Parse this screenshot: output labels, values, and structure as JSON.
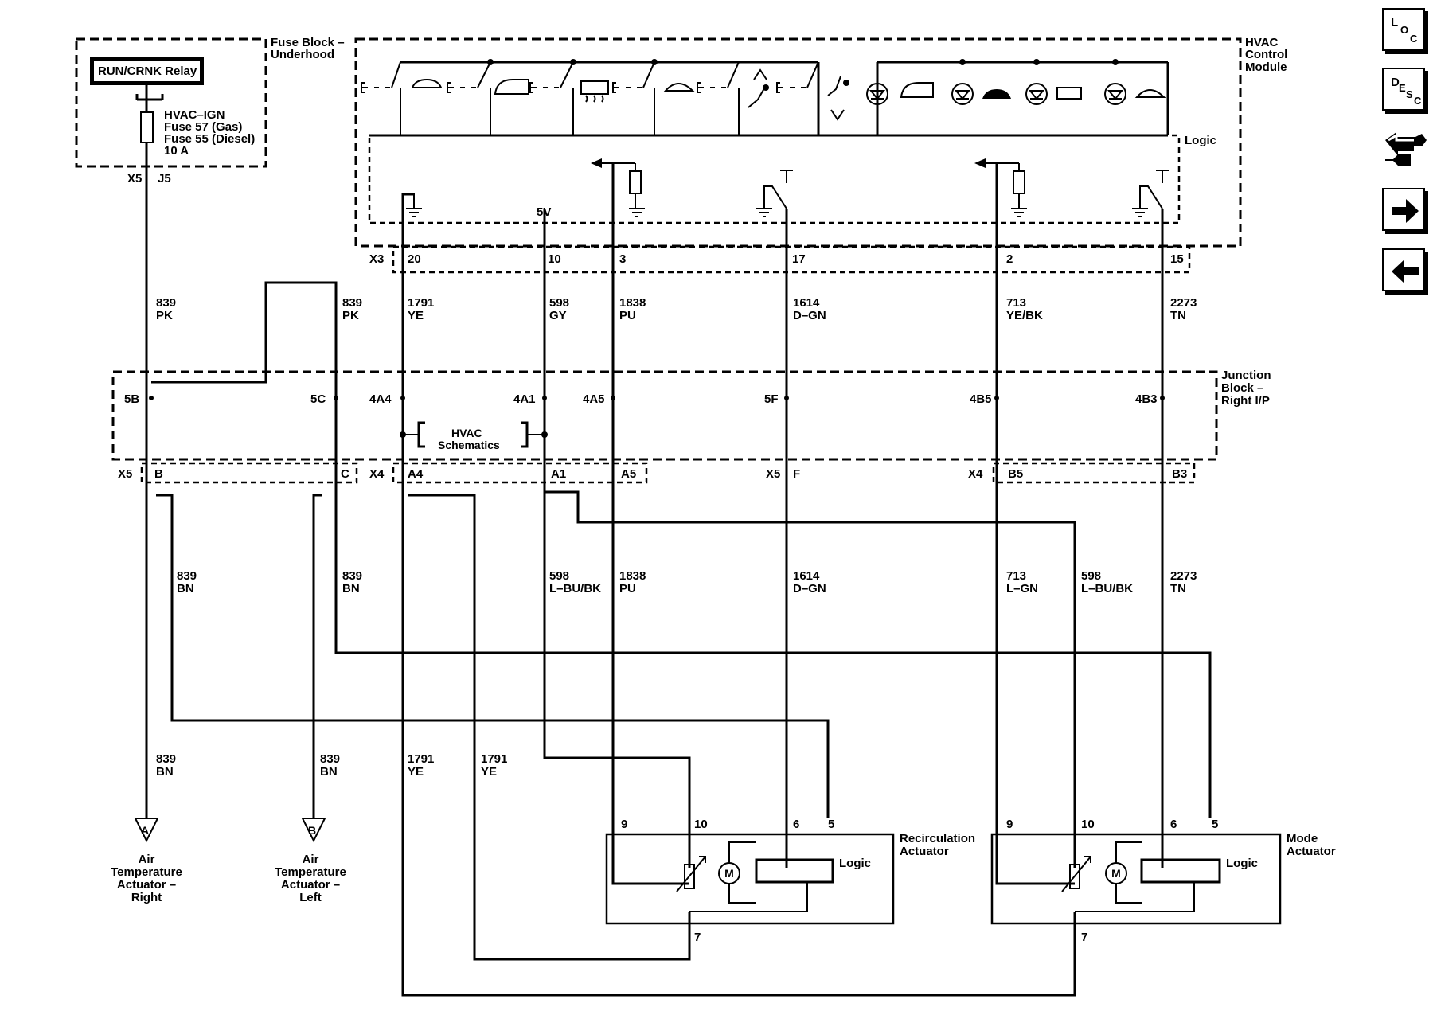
{
  "fuse_block": {
    "title": [
      "Fuse Block –",
      "Underhood"
    ],
    "relay": "RUN/CRNK Relay",
    "fuse": [
      "HVAC–IGN",
      "Fuse 57 (Gas)",
      "Fuse 55 (Diesel)",
      "10 A"
    ],
    "connector": "X5",
    "pin": "J5"
  },
  "hvac_module": {
    "title": [
      "HVAC",
      "Control",
      "Module"
    ],
    "logic": "Logic",
    "supply": "5V",
    "connector": "X3",
    "pins": [
      "20",
      "10",
      "3",
      "17",
      "2",
      "15"
    ]
  },
  "junction_block": {
    "title": [
      "Junction",
      "Block –",
      "Right I/P"
    ],
    "pins": [
      "5B",
      "5C",
      "4A4",
      "4A1",
      "4A5",
      "5F",
      "4B5",
      "4B3"
    ],
    "lower_connectors": [
      "X5",
      "X4",
      "X5",
      "X4"
    ],
    "lower_pins": [
      "B",
      "C",
      "A4",
      "A1",
      "A5",
      "F",
      "B5",
      "B3"
    ],
    "schematic_ref": [
      "HVAC",
      "Schematics"
    ]
  },
  "upper_wires": [
    {
      "circuit": "839",
      "color": "PK"
    },
    {
      "circuit": "839",
      "color": "PK"
    },
    {
      "circuit": "1791",
      "color": "YE"
    },
    {
      "circuit": "598",
      "color": "GY"
    },
    {
      "circuit": "1838",
      "color": "PU"
    },
    {
      "circuit": "1614",
      "color": "D–GN"
    },
    {
      "circuit": "713",
      "color": "YE/BK"
    },
    {
      "circuit": "2273",
      "color": "TN"
    }
  ],
  "middle_wires": [
    {
      "circuit": "839",
      "color": "BN"
    },
    {
      "circuit": "839",
      "color": "BN"
    },
    {
      "circuit": "598",
      "color": "L–BU/BK"
    },
    {
      "circuit": "1838",
      "color": "PU"
    },
    {
      "circuit": "1614",
      "color": "D–GN"
    },
    {
      "circuit": "713",
      "color": "L–GN"
    },
    {
      "circuit": "598",
      "color": "L–BU/BK"
    },
    {
      "circuit": "2273",
      "color": "TN"
    }
  ],
  "lower_wires": [
    {
      "circuit": "839",
      "color": "BN"
    },
    {
      "circuit": "839",
      "color": "BN"
    },
    {
      "circuit": "1791",
      "color": "YE"
    },
    {
      "circuit": "1791",
      "color": "YE"
    }
  ],
  "connectors": [
    {
      "letter": "A",
      "label": [
        "Air",
        "Temperature",
        "Actuator –",
        "Right"
      ]
    },
    {
      "letter": "B",
      "label": [
        "Air",
        "Temperature",
        "Actuator –",
        "Left"
      ]
    }
  ],
  "actuators": [
    {
      "name": [
        "Recirculation",
        "Actuator"
      ],
      "pins": [
        "9",
        "10",
        "6",
        "5",
        "7"
      ],
      "logic": "Logic",
      "motor": "M"
    },
    {
      "name": [
        "Mode",
        "Actuator"
      ],
      "pins": [
        "9",
        "10",
        "6",
        "5",
        "7"
      ],
      "logic": "Logic",
      "motor": "M"
    }
  ],
  "nav": {
    "loc": [
      "L",
      "O",
      "C"
    ],
    "desc": [
      "D",
      "E",
      "S",
      "C"
    ]
  }
}
